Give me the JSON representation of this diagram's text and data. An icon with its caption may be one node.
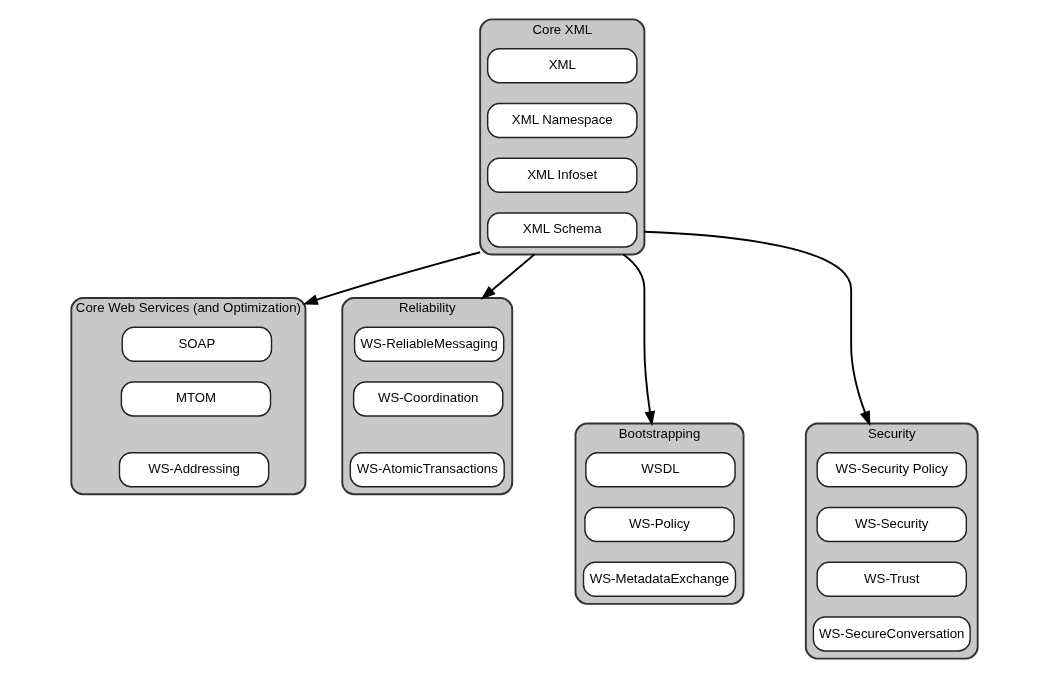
{
  "diagram": {
    "nodes": [
      {
        "text": [
          "Core XML"
        ]
      },
      {
        "text": [
          "XML"
        ],
        "in": 0
      },
      {
        "text": [
          "XML Namespace"
        ],
        "in": 0
      },
      {
        "text": [
          "XML Infoset"
        ],
        "in": 0
      },
      {
        "text": [
          "XML Schema"
        ],
        "in": 0
      },
      {
        "text": [
          "Core Web Services (and Optimization)"
        ]
      },
      {
        "text": [
          "SOAP"
        ],
        "in": 5
      },
      {
        "text": [
          "MTOM"
        ],
        "in": 5
      },
      {
        "text": [
          "WS-Addressing"
        ],
        "in": 5
      },
      {
        "text": [
          "Reliability"
        ]
      },
      {
        "text": [
          "WS-ReliableMessaging"
        ],
        "in": 9
      },
      {
        "text": [
          "WS-Coordination"
        ],
        "in": 9
      },
      {
        "text": [
          "WS-AtomicTransactions"
        ],
        "in": 9
      },
      {
        "text": [
          "Bootstrapping"
        ]
      },
      {
        "text": [
          "WSDL"
        ],
        "in": 13
      },
      {
        "text": [
          "WS-Policy"
        ],
        "in": 13
      },
      {
        "text": [
          "WS-MetadataExchange"
        ],
        "in": 13
      },
      {
        "text": [
          "Security"
        ]
      },
      {
        "text": [
          "WS-Security Policy"
        ],
        "in": 17
      },
      {
        "text": [
          "WS-Security"
        ],
        "in": 17
      },
      {
        "text": [
          "WS-Trust"
        ],
        "in": 17
      },
      {
        "text": [
          "WS-SecureConversation"
        ],
        "in": 17
      }
    ],
    "edges": [
      {
        "from": 0,
        "to": 5,
        "arrow": "to"
      },
      {
        "from": 0,
        "to": 9,
        "arrow": "to"
      },
      {
        "from": 0,
        "to": 13,
        "arrow": "to"
      },
      {
        "from": 0,
        "to": 17,
        "arrow": "to"
      }
    ]
  }
}
